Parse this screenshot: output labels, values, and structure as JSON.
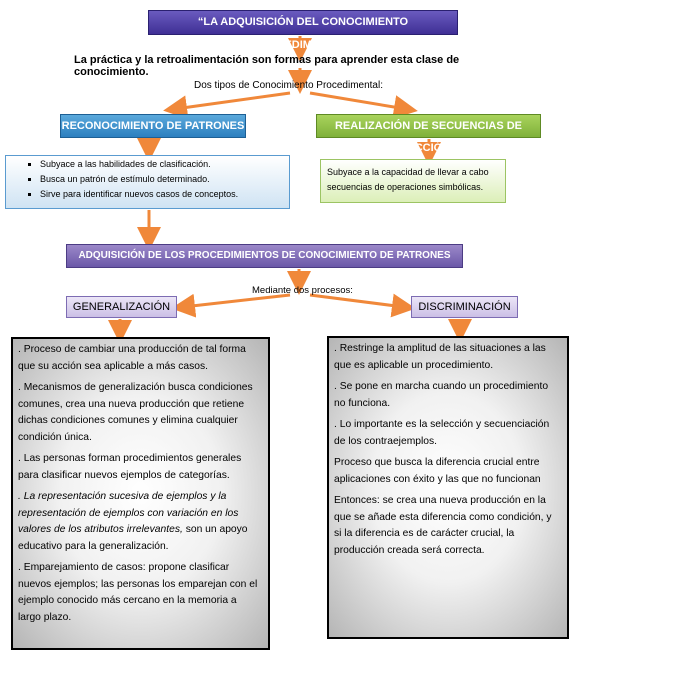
{
  "title": "“LA ADQUISICIÓN DEL CONOCIMIENTO PROCEDIMENTAL”",
  "intro": "La práctica y la retroalimentación son formas para aprender esta clase de conocimiento.",
  "two_types": "Dos tipos de Conocimiento Procedimental:",
  "recon": {
    "title": "RECONOCIMIENTO DE PATRONES",
    "items": [
      "Subyace a las habilidades de clasificación.",
      "Busca un patrón de estímulo determinado.",
      "Sirve para identificar nuevos casos de conceptos."
    ]
  },
  "realiz": {
    "title": "REALIZACIÓN DE SECUENCIAS DE ACCIÓN",
    "text": "Subyace a la capacidad de llevar a cabo secuencias de operaciones simbólicas."
  },
  "adq_title": "ADQUISICIÓN DE LOS PROCEDIMIENTOS DE CONOCIMIENTO DE PATRONES",
  "mediante": "Mediante dos procesos:",
  "gen": {
    "title": "GENERALIZACIÓN",
    "p1": ". Proceso de cambiar una producción de tal forma que su acción sea aplicable a más casos.",
    "p2": ". Mecanismos de generalización busca condiciones comunes, crea una nueva producción que retiene dichas condiciones comunes y elimina cualquier condición única.",
    "p3": ". Las personas forman procedimientos generales para clasificar nuevos ejemplos de categorías.",
    "p4_italic": ". La representación sucesiva de ejemplos y la representación de ejemplos con variación en los valores de los atributos irrelevantes,",
    "p4_rest": " son un apoyo educativo para la generalización.",
    "p5": ". Emparejamiento de casos: propone clasificar nuevos ejemplos; las personas los emparejan con el ejemplo conocido más cercano en la memoria a largo plazo."
  },
  "disc": {
    "title": "DISCRIMINACIÓN",
    "p1": ". Restringe la amplitud de las situaciones a las que es aplicable un procedimiento.",
    "p2": ". Se pone en marcha cuando un procedimiento no funciona.",
    "p3": ". Lo importante es la selección y secuenciación de los contraejemplos.",
    "p4": "Proceso que busca la diferencia crucial entre aplicaciones con éxito y las que no funcionan",
    "p5": "Entonces: se crea una nueva producción en la que se añade esta diferencia como condición, y si la diferencia es de carácter crucial, la producción creada será correcta."
  },
  "colors": {
    "arrow": "#f0883a",
    "small_arrow": "#4f8fd6"
  }
}
